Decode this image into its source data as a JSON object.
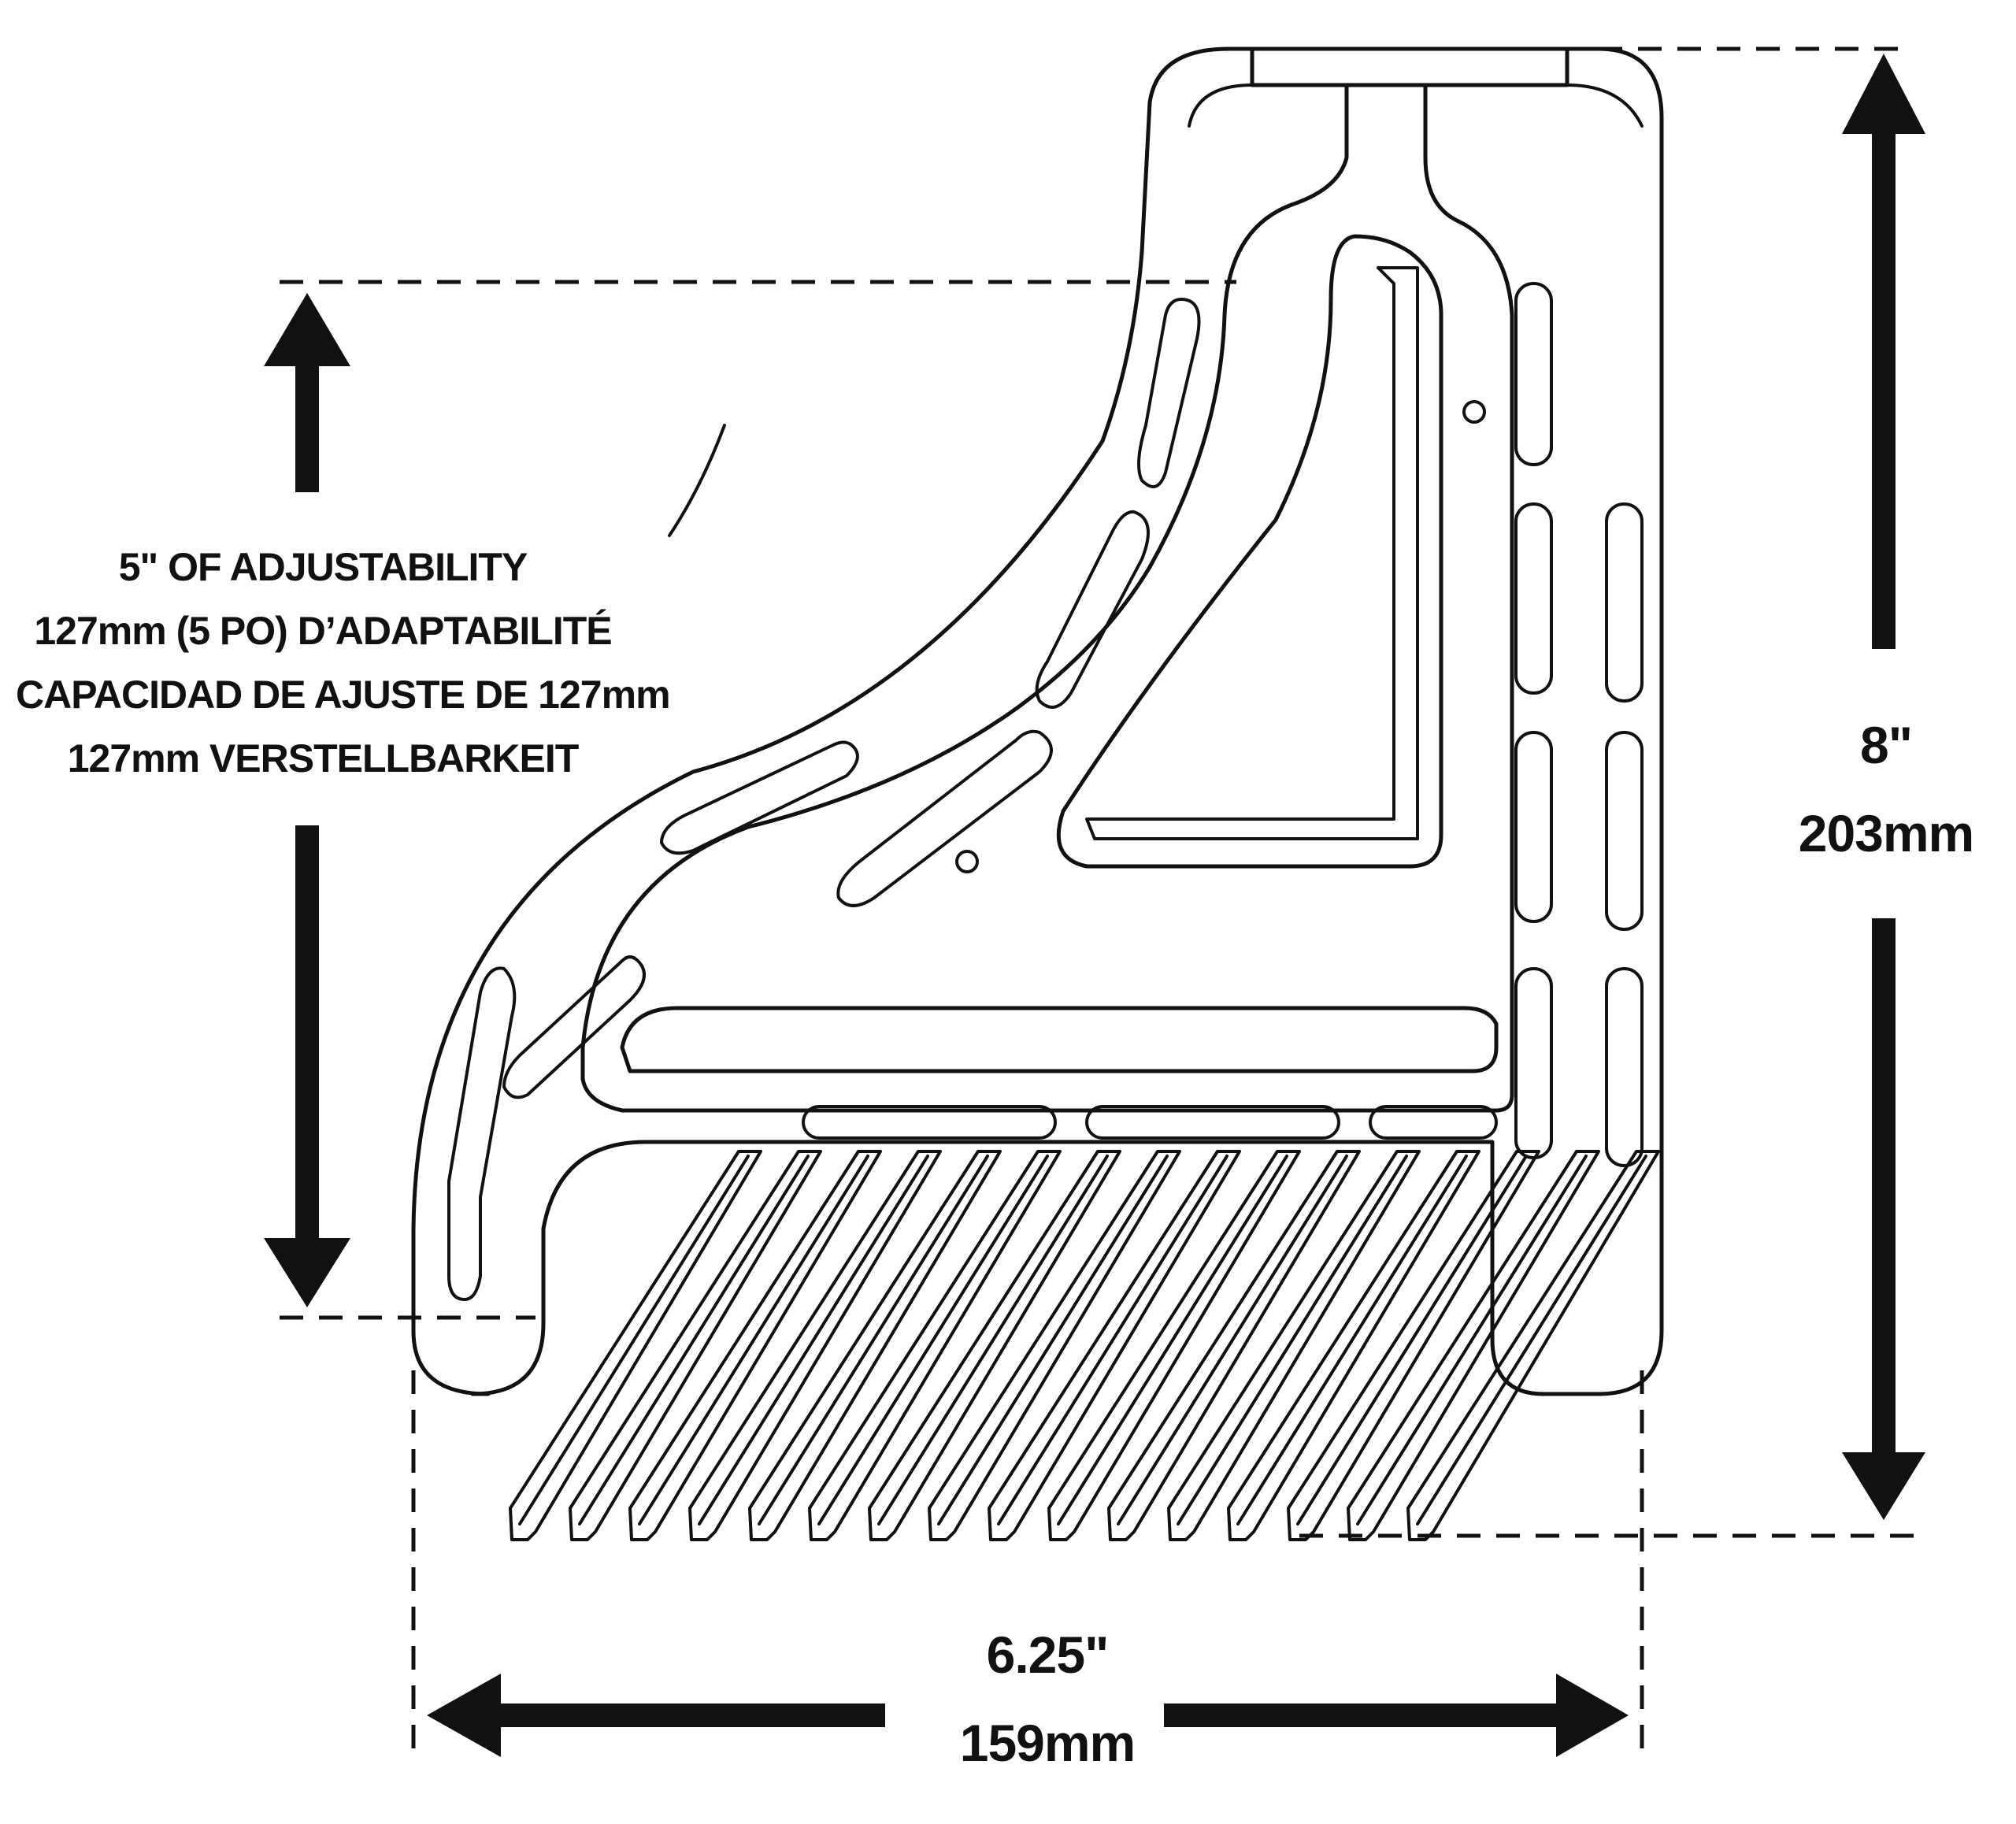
{
  "adjustability": {
    "line1": "5\" OF ADJUSTABILITY",
    "line2": "127mm (5 PO) D’ADAPTABILITÉ",
    "line3": "CAPACIDAD DE AJUSTE DE 127mm",
    "line4": "127mm VERSTELLBARKEIT"
  },
  "height": {
    "imperial": "8\"",
    "metric": "203mm"
  },
  "width": {
    "imperial": "6.25\"",
    "metric": "159mm"
  },
  "colors": {
    "ink": "#111111",
    "background": "#ffffff"
  }
}
